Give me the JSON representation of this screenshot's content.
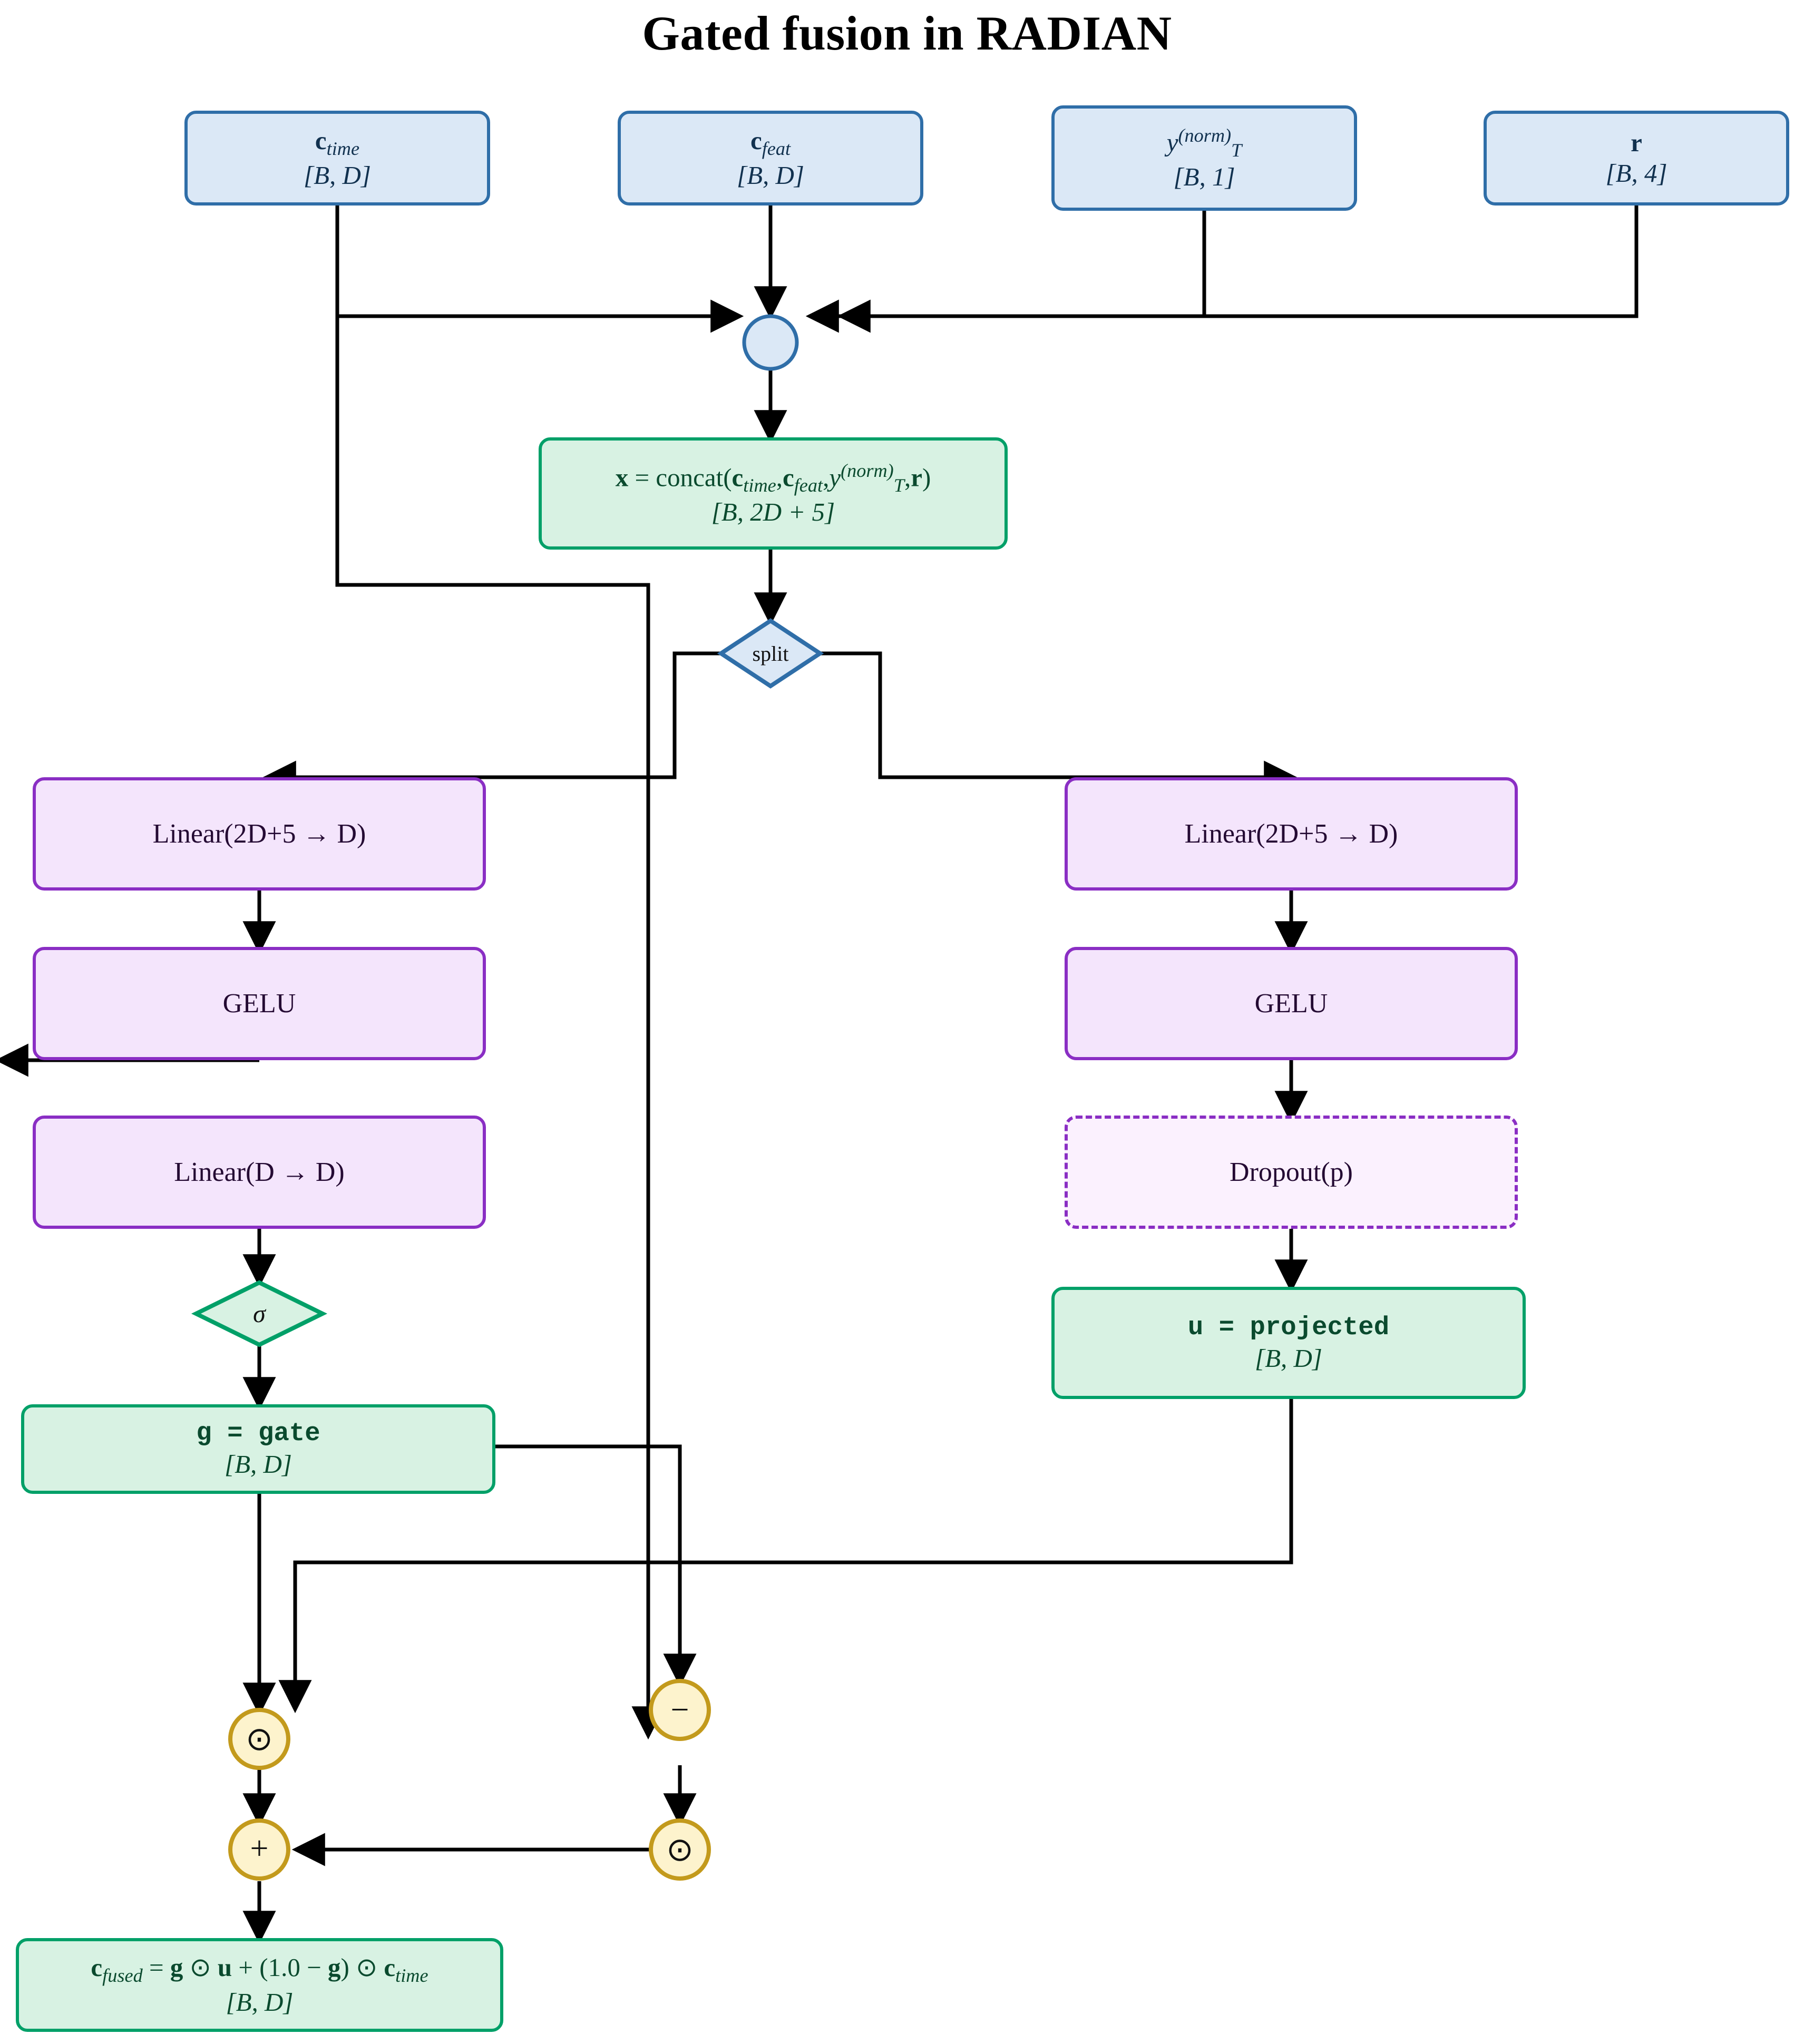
{
  "title": "Gated fusion in RADIAN",
  "colors": {
    "input_fill": "#dbe8f6",
    "input_stroke": "#2f6ea8",
    "tensor_fill": "#d8f2e3",
    "tensor_stroke": "#00a068",
    "layer_fill": "#f4e5fc",
    "layer_stroke": "#8a2ec4",
    "op_fill": "#fdf3cd",
    "op_stroke": "#c39a1c",
    "edge": "#000000",
    "title": "#000000"
  },
  "inputs": [
    {
      "id": "c_time",
      "name": "c",
      "name_sub": "time",
      "dims": "[B, D]"
    },
    {
      "id": "c_feat",
      "name": "c",
      "name_sub": "feat",
      "dims": "[B, D]"
    },
    {
      "id": "y_norm",
      "name": "y",
      "name_sub": "T",
      "name_sup": "(norm)",
      "dims": "[B, 1]"
    },
    {
      "id": "r",
      "name": "r",
      "dims": "[B, 4]"
    }
  ],
  "nodes": {
    "concat_join": {
      "label": "",
      "shape": "circle"
    },
    "concat_box": {
      "expr_prefix": "x = concat(",
      "expr_args": "c_time, c_feat, y_T^(norm), r",
      "expr_suffix": ")",
      "expr_full": "x = concat(c_time, c_feat, y_T^(norm), r)",
      "dims": "[B, 2D + 5]"
    },
    "split": {
      "label": "split"
    },
    "sigma": {
      "label": "σ"
    },
    "gate": {
      "expr": "g = gate",
      "dims": "[B, D]"
    },
    "projected": {
      "expr": "u = projected",
      "dims": "[B, D]"
    },
    "fused": {
      "expr": "c_fused = g ⊙ u + (1.0 − g) ⊙ c_time",
      "dims": "[B, D]"
    }
  },
  "gate_branch": [
    {
      "id": "gate-linear-1",
      "label": "Linear(2D+5 → D)",
      "style": "solid"
    },
    {
      "id": "gate-gelu",
      "label": "GELU",
      "style": "solid"
    },
    {
      "id": "gate-linear-2",
      "label": "Linear(D → D)",
      "style": "solid"
    }
  ],
  "proj_branch": [
    {
      "id": "proj-linear-1",
      "label": "Linear(2D+5 → D)",
      "style": "solid"
    },
    {
      "id": "proj-gelu",
      "label": "GELU",
      "style": "solid"
    },
    {
      "id": "proj-dropout",
      "label": "Dropout(p)",
      "style": "dashed"
    }
  ],
  "operators": [
    {
      "id": "op-mul-gate-u",
      "symbol": "⊙",
      "name": "hadamard-product"
    },
    {
      "id": "op-sub-one-gate",
      "symbol": "−",
      "name": "subtract"
    },
    {
      "id": "op-mul-res-time",
      "symbol": "⊙",
      "name": "hadamard-product"
    },
    {
      "id": "op-add",
      "symbol": "+",
      "name": "add"
    }
  ]
}
